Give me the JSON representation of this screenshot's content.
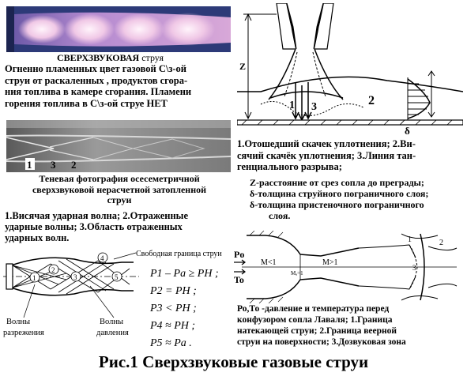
{
  "top_left": {
    "title_part1": "СВЕРХЗВУКОВАЯ",
    "title_part2": "струя",
    "lines": [
      "Огненно пламенных цвет газовой С\\з-ой",
      "струи от раскаленных , продуктов сгора-",
      "ния топлива в камере сгорания. Пламени",
      "горения топлива в С\\з-ой струе НЕТ"
    ]
  },
  "shadow_photo": {
    "labels": [
      "1",
      "3",
      "2"
    ],
    "caption": [
      "Теневая фотография осесеметричной",
      "сверхзвуковой нерасчетной затопленной",
      "струи"
    ],
    "legend": [
      "1.Висячая ударная волна;  2.Отраженные",
      "ударные волны;  3.Область отраженных",
      "ударных волн."
    ]
  },
  "top_right": {
    "labels": [
      "1",
      "3",
      "2",
      "Z",
      "δ"
    ],
    "legend": [
      "1.Отошедший скачек уплотнения;  2.Ви-",
      "сячий скачёк уплотнения;  3.Линия тан-",
      "генциального разрыва;"
    ],
    "notes": [
      "Z-расстояние от срез сопла до преграды;",
      "-толщина струйного пограничного слоя;",
      "-толщина пристеночного пограничного",
      "слоя."
    ],
    "note_symbols": [
      "δ",
      "δ"
    ]
  },
  "bottom_left": {
    "boundary_label": "Свободная граница струи",
    "region_labels": [
      "1",
      "2",
      "3",
      "4",
      "5"
    ],
    "wave_labels": [
      "Волны",
      "разрежения",
      "Волны",
      "давления"
    ],
    "formulas": [
      "P1 – Pa ≥ PH ;",
      "P2 = PH ;",
      "P3 < PH ;",
      "P4 ≈ PH ;",
      "P5 ≈ Pa ."
    ]
  },
  "bottom_right": {
    "inlet_labels": [
      "Po",
      "To"
    ],
    "mach_labels": [
      "M<1",
      "Mₐ=1",
      "M>1"
    ],
    "zone_labels": [
      "1",
      "2",
      "3"
    ],
    "legend": [
      "Ро,То -давление и температура перед",
      "конфузором сопла Лаваля;  1.Граница",
      "натекающей струи;  2.Граница веерной",
      "струи на поверхности;  3.Дозвуковая зона"
    ]
  },
  "figure_caption": "Рис.1 Сверхзвуковые газовые струи",
  "colors": {
    "flame_bg": "#3a4a88",
    "flame_core": "#f2d4ea",
    "flame_glow": "#c89ad8",
    "photo_bg": "#8a8a8a",
    "line": "#000000"
  }
}
